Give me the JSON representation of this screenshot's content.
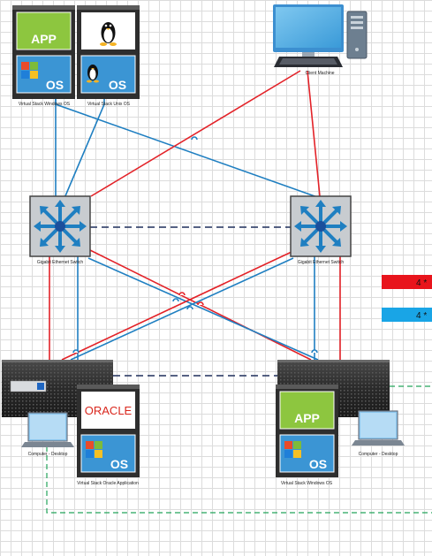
{
  "labels": {
    "top_left_stack": "Virtual Stack Windows OS",
    "top_right_stack": "Virtual Stack Unix OS",
    "client_machine": "Client Machine",
    "switch_left": "Gigabit Ethernet Switch",
    "switch_right": "Gigabit Ethernet Switch",
    "computer_left": "Computer - Desktop",
    "computer_right": "Computer - Desktop",
    "oracle_stack": "Virtual Stack Oracle Application",
    "bottom_right_stack": "Virtual Stack Windows OS"
  },
  "tiles": {
    "app": "APP",
    "os": "OS",
    "oracle": "ORACLE"
  },
  "legend": {
    "red_text": "4 *",
    "blue_text": "4 *"
  },
  "colors": {
    "red_link": "#e32228",
    "blue_link": "#1f7fc1",
    "dashed_link": "#1e2f5c",
    "green_link": "#23a45a",
    "app_tile": "#8dc63f",
    "os_tile": "#3b95d4",
    "legend_red": "#e8141c",
    "legend_blue": "#19a5e6"
  },
  "icons": [
    "app-tile-icon",
    "windows-os-icon",
    "linux-penguin-icon",
    "linux-os-icon",
    "desktop-monitor-icon",
    "tower-case-icon",
    "network-switch-icon",
    "server-chassis-icon",
    "oracle-logo-icon",
    "laptop-desktop-icon"
  ]
}
